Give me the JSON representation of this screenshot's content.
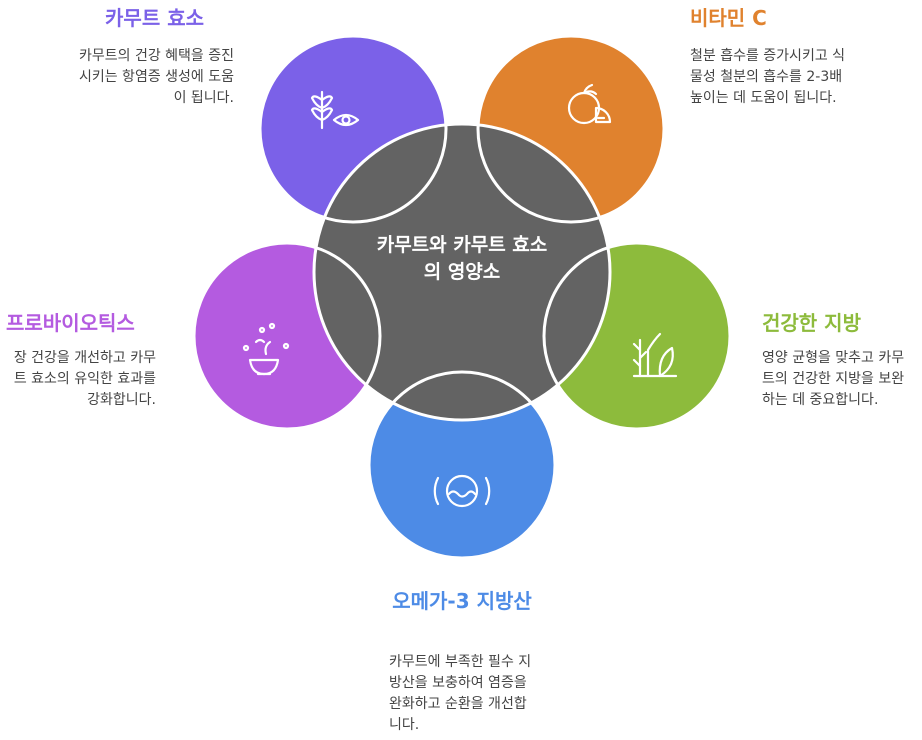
{
  "center": {
    "title": "카무트와 카무트 효소의 영양소"
  },
  "nodes": [
    {
      "key": "enzyme",
      "title": "카무트 효소",
      "desc": "카무트의 건강 혜택을 증진시키는 항염증 생성에 도움이 됩니다.",
      "color": "#7b61e8",
      "icon": "wheat-eye-icon"
    },
    {
      "key": "vitamin",
      "title": "비타민 C",
      "desc": "철분 흡수를 증가시키고 식물성 철분의 흡수를 2-3배 높이는 데 도움이 됩니다.",
      "color": "#e0822e",
      "icon": "orange-slice-icon"
    },
    {
      "key": "fat",
      "title": "건강한 지방",
      "desc": "영양 균형을 맞추고 카무트의 건강한 지방을 보완하는 데 중요합니다.",
      "color": "#8dbb3c",
      "icon": "plant-leaf-icon"
    },
    {
      "key": "omega",
      "title": "오메가-3 지방산",
      "desc": "카무트에 부족한 필수 지방산을 보충하여 염증을 완화하고 순환을 개선합니다.",
      "color": "#4d8be6",
      "icon": "water-wave-icon"
    },
    {
      "key": "probiotic",
      "title": "프로바이오틱스",
      "desc": "장 건강을 개선하고 카무트 효소의 유익한 효과를 강화합니다.",
      "color": "#b45be0",
      "icon": "bowl-splash-icon"
    }
  ],
  "colors": {
    "center": "#636363",
    "outline": "#ffffff",
    "desc_text": "#444444"
  }
}
